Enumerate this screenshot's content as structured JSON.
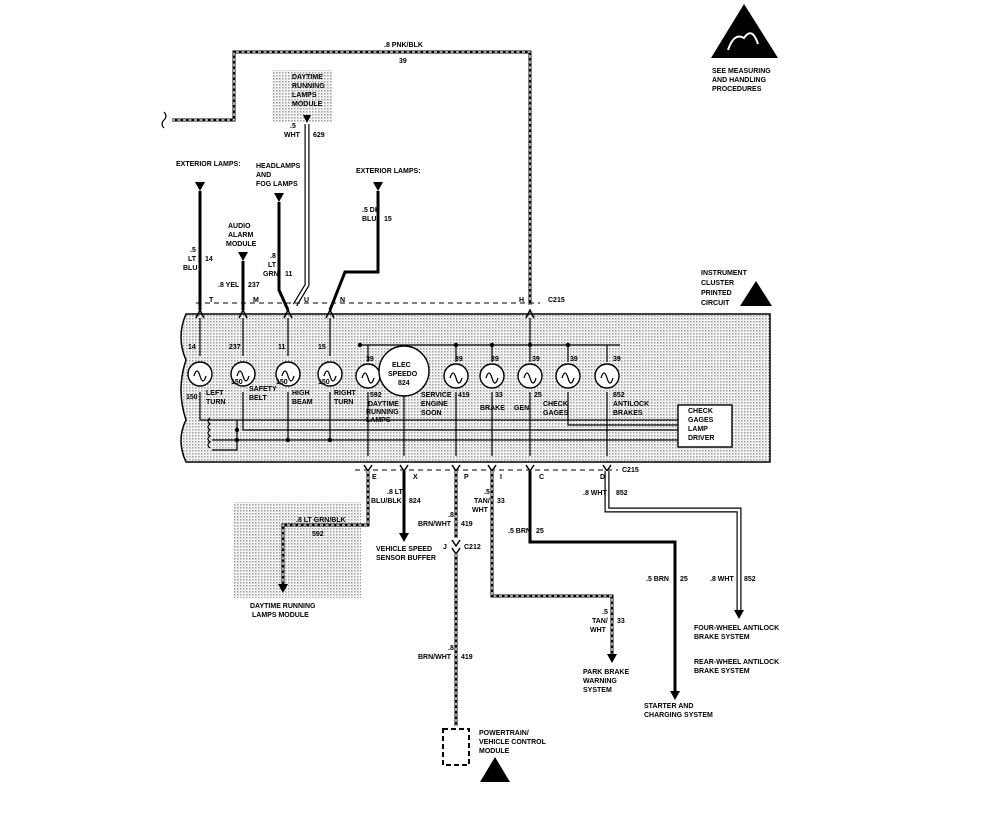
{
  "esd_note": {
    "line1": "SEE MEASURING",
    "line2": "AND HANDLING",
    "line3": "PROCEDURES"
  },
  "top_wire": {
    "gauge": ".8 PNK/BLK",
    "circuit": "39"
  },
  "drl_top": {
    "label": [
      "DAYTIME",
      "RUNNING",
      "LAMPS",
      "MODULE"
    ],
    "gauge_a": ".5",
    "gauge_b": "WHT",
    "circuit": "629"
  },
  "ext_lamps_left": {
    "label": "EXTERIOR LAMPS:",
    "g1": ".5",
    "g2": "LT",
    "g3": "BLU",
    "circuit": "14"
  },
  "headlamps": {
    "label": [
      "HEADLAMPS",
      "AND",
      "FOG LAMPS"
    ],
    "g1": ".8",
    "g2": "LT",
    "g3": "GRN",
    "circuit": "11"
  },
  "audio_alarm": {
    "label": [
      "AUDIO",
      "ALARM",
      "MODULE"
    ],
    "gauge": ".8 YEL",
    "circuit": "237"
  },
  "ext_lamps_right": {
    "label": "EXTERIOR LAMPS:",
    "g1": ".5 DK",
    "g2": "BLU",
    "circuit": "15"
  },
  "ipc_label": [
    "INSTRUMENT",
    "CLUSTER",
    "PRINTED",
    "CIRCUIT"
  ],
  "connector_top": {
    "name": "C215",
    "pins": [
      "T",
      "M",
      "U",
      "N",
      "H"
    ]
  },
  "connector_bottom": {
    "name": "C215",
    "pins": [
      "E",
      "X",
      "P",
      "I",
      "C",
      "D"
    ]
  },
  "connector_c212": {
    "name": "C212",
    "pin": "J"
  },
  "bulbs_top": [
    {
      "id": "14",
      "num": "150",
      "label": [
        "LEFT",
        "TURN"
      ]
    },
    {
      "id": "237",
      "num": "150",
      "label": [
        "SAFETY",
        "BELT"
      ]
    },
    {
      "id": "11",
      "num": "150",
      "label": [
        "HIGH",
        "BEAM"
      ]
    },
    {
      "id": "15",
      "num": "150",
      "label": [
        "RIGHT",
        "TURN"
      ]
    }
  ],
  "bulbs_39": [
    {
      "id": "39",
      "num": "592",
      "label": [
        "DAYTIME",
        "RUNNING",
        "LAMPS"
      ]
    },
    {
      "id": "39",
      "num": "419",
      "label": [
        "SERVICE",
        "ENGINE",
        "SOON"
      ]
    },
    {
      "id": "39",
      "num": "33",
      "label": [
        "BRAKE"
      ]
    },
    {
      "id": "39",
      "num": "25",
      "label": [
        "GEN"
      ]
    },
    {
      "id": "39",
      "num": "",
      "label": [
        "CHECK",
        "GAGES"
      ]
    },
    {
      "id": "39",
      "num": "852",
      "label": [
        "ANTILOCK",
        "BRAKES"
      ]
    }
  ],
  "speedo": {
    "line1": "ELEC",
    "line2": "SPEEDO",
    "num": "824"
  },
  "check_gages_driver": [
    "CHECK",
    "GAGES",
    "LAMP",
    "DRIVER"
  ],
  "bottom_wires": {
    "drl": {
      "gauge": ".8 LT GRN/BLK",
      "circuit": "592",
      "dest": [
        "DAYTIME RUNNING",
        "LAMPS MODULE"
      ]
    },
    "vss": {
      "g1": ".8 LT",
      "g2": "BLU/BLK",
      "circuit": "824",
      "dest": [
        "VEHICLE SPEED",
        "SENSOR BUFFER"
      ]
    },
    "pcm": {
      "g1": ".8",
      "g2": "BRN/WHT",
      "circuit": "419",
      "dest": [
        "POWERTRAIN/",
        "VEHICLE CONTROL",
        "MODULE"
      ]
    },
    "pcm_lower": {
      "g1": ".8",
      "g2": "BRN/WHT",
      "circuit": "419"
    },
    "park": {
      "g1": ".5",
      "g2": "TAN/",
      "g3": "WHT",
      "circuit": "33",
      "dest": [
        "PARK BRAKE",
        "WARNING",
        "SYSTEM"
      ]
    },
    "park_lower": {
      "g1": ".5",
      "g2": "TAN/",
      "g3": "WHT",
      "circuit": "33"
    },
    "gen": {
      "gauge": ".5 BRN",
      "circuit": "25",
      "dest": [
        "STARTER AND",
        "CHARGING SYSTEM"
      ]
    },
    "gen_lower": {
      "gauge": ".5 BRN",
      "circuit": "25"
    },
    "abs": {
      "gauge": ".8 WHT",
      "circuit": "852",
      "dest_four": [
        "FOUR-WHEEL ANTILOCK",
        "BRAKE SYSTEM"
      ],
      "dest_rear": [
        "REAR-WHEEL ANTILOCK",
        "BRAKE SYSTEM"
      ]
    },
    "abs_lower": {
      "gauge": ".8 WHT",
      "circuit": "852"
    }
  },
  "colors": {
    "ink": "#000000",
    "paper": "#ffffff",
    "shade": "#d6d6d6"
  }
}
